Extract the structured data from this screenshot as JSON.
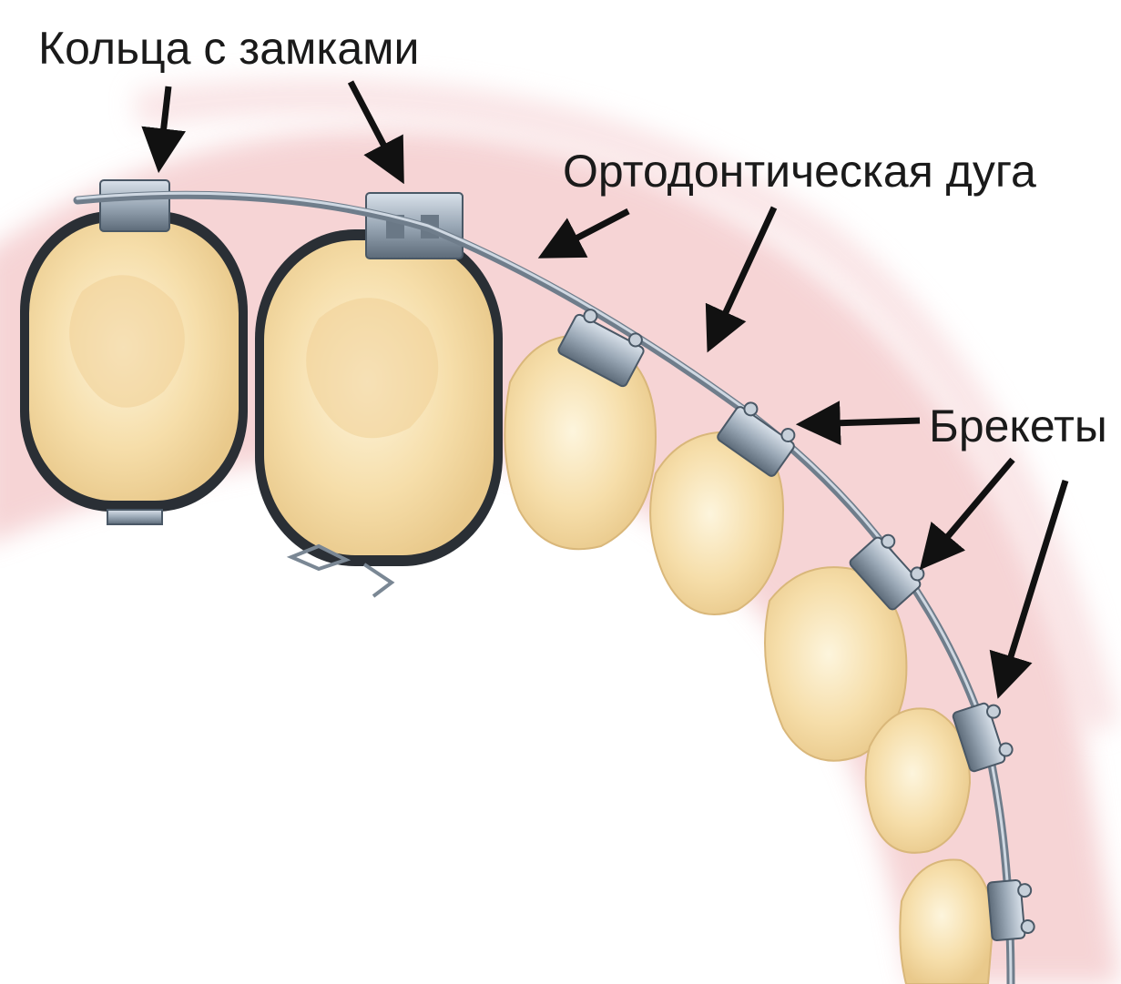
{
  "diagram": {
    "labels": {
      "rings": "Кольца с замками",
      "archwire": "Ортодонтическая дуга",
      "brackets": "Брекеты"
    },
    "colors": {
      "gum": "#f3c6c8",
      "tooth": "#f6dfae",
      "tooth_light": "#fbf1d6",
      "metal": "#9aa8b6",
      "metal_dark": "#4a5866",
      "arrow": "#111111"
    }
  }
}
